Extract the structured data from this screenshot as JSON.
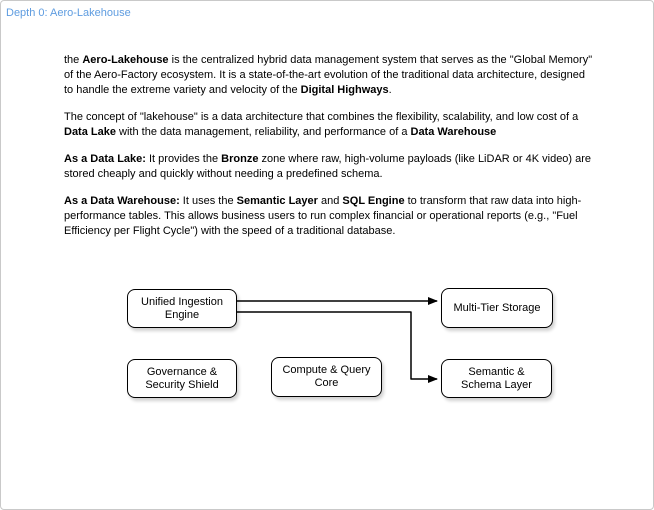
{
  "header": {
    "breadcrumb": "Depth 0: Aero-Lakehouse"
  },
  "colors": {
    "accent_blue": "#5e9ce0",
    "page_border": "#c9c9c9",
    "node_border": "#000000",
    "node_fill": "#ffffff",
    "body_text": "#000000"
  },
  "document": {
    "paragraphs": [
      {
        "segments": [
          {
            "text": "the ",
            "bold": false
          },
          {
            "text": "Aero-Lakehouse",
            "bold": true
          },
          {
            "text": " is the centralized hybrid data management system that serves as the \"Global Memory\" of the Aero-Factory ecosystem. It is a state-of-the-art evolution of the traditional data architecture, designed to handle the extreme variety and velocity of the ",
            "bold": false
          },
          {
            "text": "Digital Highways",
            "bold": true
          },
          {
            "text": ".",
            "bold": false
          }
        ]
      },
      {
        "segments": [
          {
            "text": "The concept of \"lakehouse\" is a data architecture that combines the flexibility, scalability, and low cost of a ",
            "bold": false
          },
          {
            "text": "Data Lake",
            "bold": true
          },
          {
            "text": " with the data management, reliability, and performance of a ",
            "bold": false
          },
          {
            "text": "Data Warehouse",
            "bold": true
          }
        ]
      },
      {
        "segments": [
          {
            "text": "As a Data Lake:",
            "bold": true
          },
          {
            "text": " It provides the ",
            "bold": false
          },
          {
            "text": "Bronze",
            "bold": true
          },
          {
            "text": " zone where raw, high-volume payloads (like LiDAR or 4K video) are stored cheaply and quickly without needing a predefined schema.",
            "bold": false
          }
        ]
      },
      {
        "segments": [
          {
            "text": "As a Data Warehouse:",
            "bold": true
          },
          {
            "text": " It uses the ",
            "bold": false
          },
          {
            "text": "Semantic Layer",
            "bold": true
          },
          {
            "text": " and ",
            "bold": false
          },
          {
            "text": "SQL Engine",
            "bold": true
          },
          {
            "text": " to transform that raw data into high-performance tables. This allows business users to run complex financial or operational reports (e.g., \"Fuel Efficiency per Flight Cycle\") with the speed of a traditional database.",
            "bold": false
          }
        ]
      }
    ]
  },
  "diagram": {
    "nodes": [
      {
        "id": "unified-ingestion-engine",
        "label": "Unified Ingestion Engine"
      },
      {
        "id": "multi-tier-storage",
        "label": "Multi-Tier Storage"
      },
      {
        "id": "governance-security-shield",
        "label": "Governance & Security Shield"
      },
      {
        "id": "compute-query-core",
        "label": "Compute & Query Core"
      },
      {
        "id": "semantic-schema-layer",
        "label": "Semantic & Schema Layer"
      }
    ],
    "edges": [
      {
        "from": "Unified Ingestion Engine",
        "to": "Multi-Tier Storage"
      },
      {
        "from": "Unified Ingestion Engine",
        "to": "Semantic & Schema Layer"
      }
    ]
  }
}
